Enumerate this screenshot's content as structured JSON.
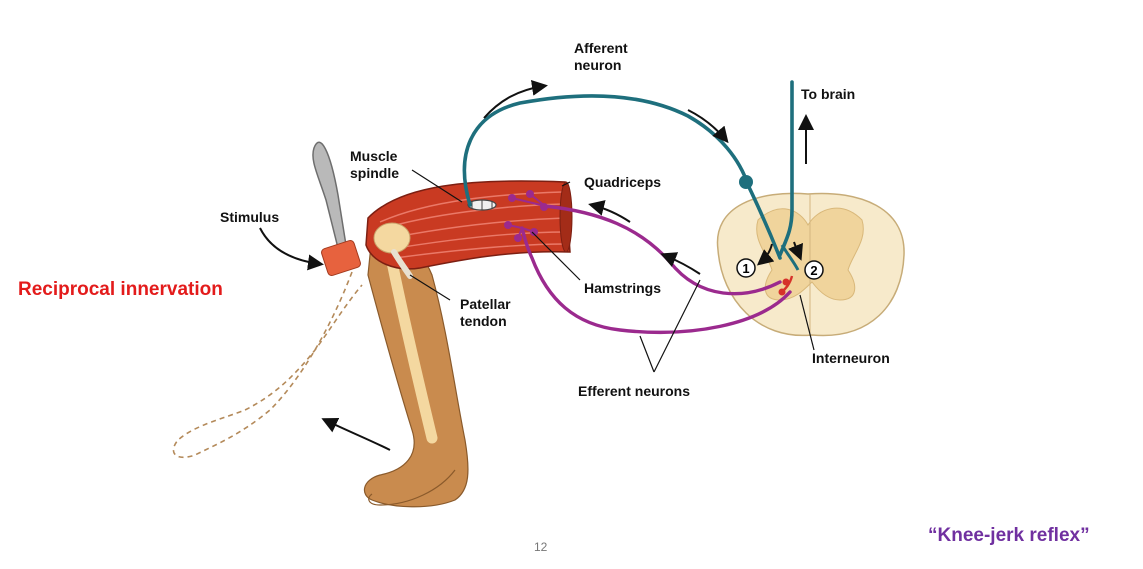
{
  "slide": {
    "side_note": "Reciprocal innervation",
    "title": "“Knee-jerk reflex”",
    "page_number": "12",
    "colors": {
      "side_note": "#e31b1b",
      "title": "#7030a0",
      "afferent": "#1e6f7d",
      "efferent": "#9b2a8e",
      "muscle": "#c93a22"
    }
  },
  "diagram": {
    "labels": {
      "afferent": [
        "Afferent",
        "neuron"
      ],
      "to_brain": "To brain",
      "muscle_spindle": [
        "Muscle",
        "spindle"
      ],
      "quadriceps": "Quadriceps",
      "stimulus": "Stimulus",
      "hamstrings": "Hamstrings",
      "patellar_tendon": [
        "Patellar",
        "tendon"
      ],
      "efferent_neurons": "Efferent neurons",
      "interneuron": "Interneuron",
      "synapse_1": "1",
      "synapse_2": "2"
    }
  }
}
